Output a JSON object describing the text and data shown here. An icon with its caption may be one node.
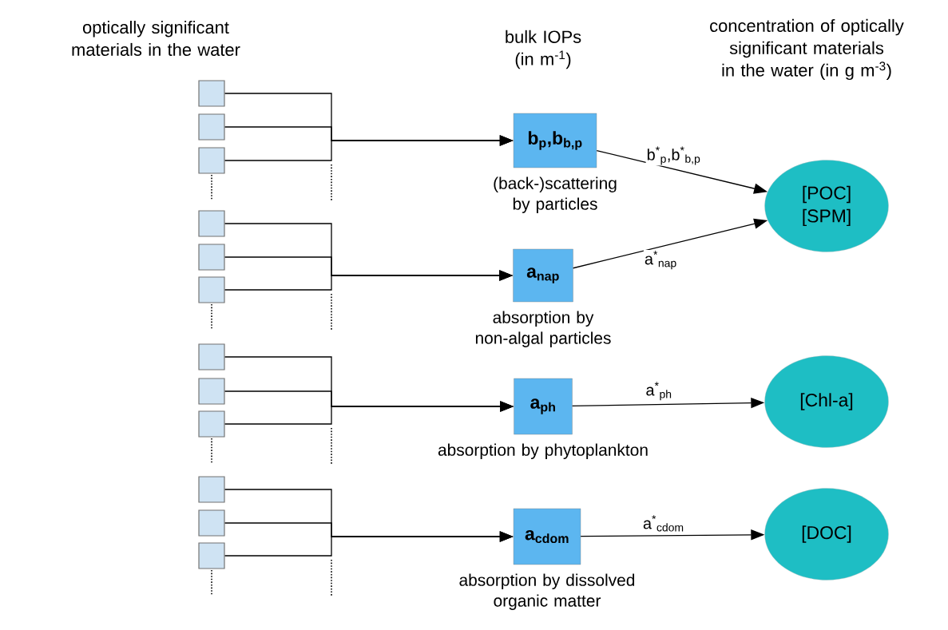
{
  "diagram": {
    "nodes": [
      {
        "text": [],
        "shape": "box"
      },
      {
        "text": [],
        "shape": "box"
      },
      {
        "text": [],
        "shape": "box"
      },
      {
        "text": [],
        "shape": "box"
      },
      {
        "text": [],
        "shape": "box"
      },
      {
        "text": [],
        "shape": "box"
      },
      {
        "text": [],
        "shape": "box"
      },
      {
        "text": [],
        "shape": "box"
      },
      {
        "text": [],
        "shape": "box"
      },
      {
        "text": [],
        "shape": "box"
      },
      {
        "text": [],
        "shape": "box"
      },
      {
        "text": [],
        "shape": "box"
      },
      {
        "text": [
          "b$_{p}$,b$_{b,p}$"
        ],
        "beside": [
          "(back-)scattering by particles"
        ]
      },
      {
        "text": [
          "a$_{nap}$"
        ],
        "beside": [
          "absorption by non-algal particles"
        ]
      },
      {
        "text": [
          "a$_{ph}$"
        ],
        "beside": [
          "absorption by phytoplankton"
        ]
      },
      {
        "text": [
          "a$_{cdom}$"
        ],
        "beside": [
          "absorption by dissolved organic matter"
        ]
      },
      {
        "text": [
          "[POC] [SPM]"
        ]
      },
      {
        "text": [
          "[Chl-a]"
        ]
      },
      {
        "text": [
          "[DOC]"
        ]
      }
    ],
    "edges": [
      {
        "from": 0,
        "to": 12,
        "arrow": "to"
      },
      {
        "from": 1,
        "to": 12,
        "arrow": "to"
      },
      {
        "from": 2,
        "to": 12,
        "arrow": "to"
      },
      {
        "from": 3,
        "to": 13,
        "arrow": "to"
      },
      {
        "from": 4,
        "to": 13,
        "arrow": "to"
      },
      {
        "from": 5,
        "to": 13,
        "arrow": "to"
      },
      {
        "from": 6,
        "to": 14,
        "arrow": "to"
      },
      {
        "from": 7,
        "to": 14,
        "arrow": "to"
      },
      {
        "from": 8,
        "to": 14,
        "arrow": "to"
      },
      {
        "from": 9,
        "to": 15,
        "arrow": "to"
      },
      {
        "from": 10,
        "to": 15,
        "arrow": "to"
      },
      {
        "from": 11,
        "to": 15,
        "arrow": "to"
      },
      {
        "from": 12,
        "to": 16,
        "arrow": "to",
        "label": "b$^{*}$$_{p}$,b$^{*}$$_{b,p}$"
      },
      {
        "from": 13,
        "to": 16,
        "arrow": "to",
        "label": "a$^{*}$$_{nap}$"
      },
      {
        "from": 14,
        "to": 17,
        "arrow": "to",
        "label": "a$^{*}$$_{ph}$"
      },
      {
        "from": 15,
        "to": 18,
        "arrow": "to",
        "label": "a$^{*}$$_{cdom}$"
      }
    ],
    "labels": [
      "optically significant materials in the water",
      "bulk IOPs (in m$^{-1}$)",
      "concentration of optically significant materials in the water (in g m$^{-3}$)"
    ]
  }
}
